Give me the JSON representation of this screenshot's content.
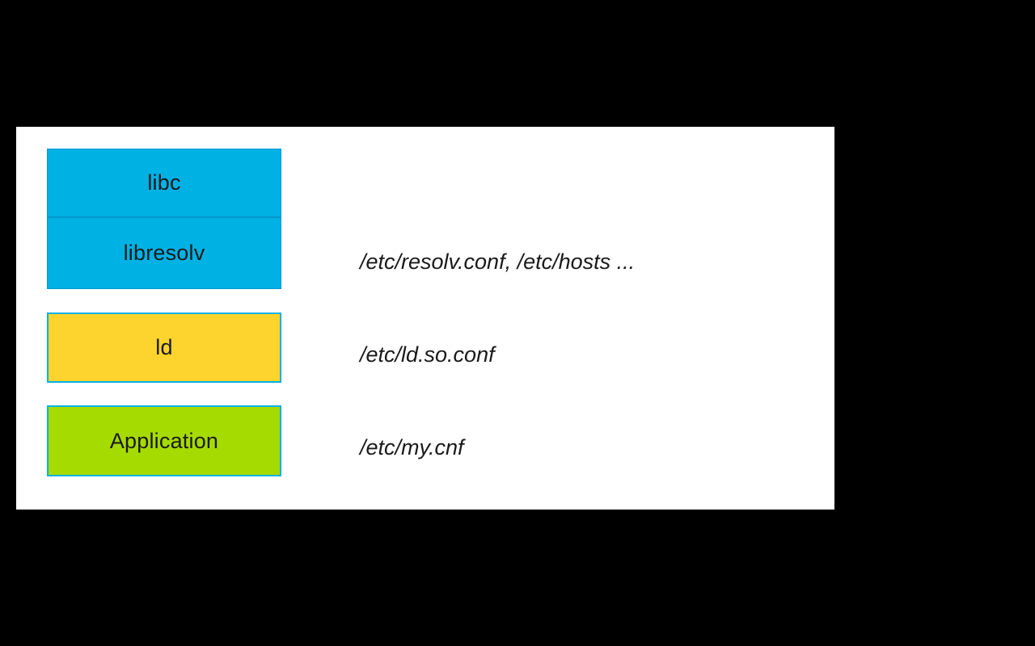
{
  "slide": {
    "background_color": "#000000",
    "canvas_color": "#ffffff"
  },
  "boxes": [
    {
      "label": "libc",
      "fill": "#00b1e4",
      "group": "libc-libresolv-stack"
    },
    {
      "label": "libresolv",
      "fill": "#00b1e4",
      "group": "libc-libresolv-stack"
    },
    {
      "label": "ld",
      "fill": "#fcd42d",
      "border": "#00b1e4"
    },
    {
      "label": "Application",
      "fill": "#a6db00",
      "border": "#00b1e4"
    }
  ],
  "annotations": [
    {
      "text": "/etc/resolv.conf, /etc/hosts ...",
      "for": "libresolv"
    },
    {
      "text": "/etc/ld.so.conf",
      "for": "ld"
    },
    {
      "text": "/etc/my.cnf",
      "for": "Application"
    }
  ],
  "colors": {
    "bg": "#000000",
    "canvas": "#ffffff",
    "cyan-fill": "#00b1e4",
    "cyan-stroke": "#0099d6",
    "cyan-stroke-bright": "#00b1e4",
    "cyan-divider": "#0095cc",
    "yellow-fill": "#fcd42d",
    "green-fill": "#a6db00",
    "text": "#1a1a1a"
  }
}
